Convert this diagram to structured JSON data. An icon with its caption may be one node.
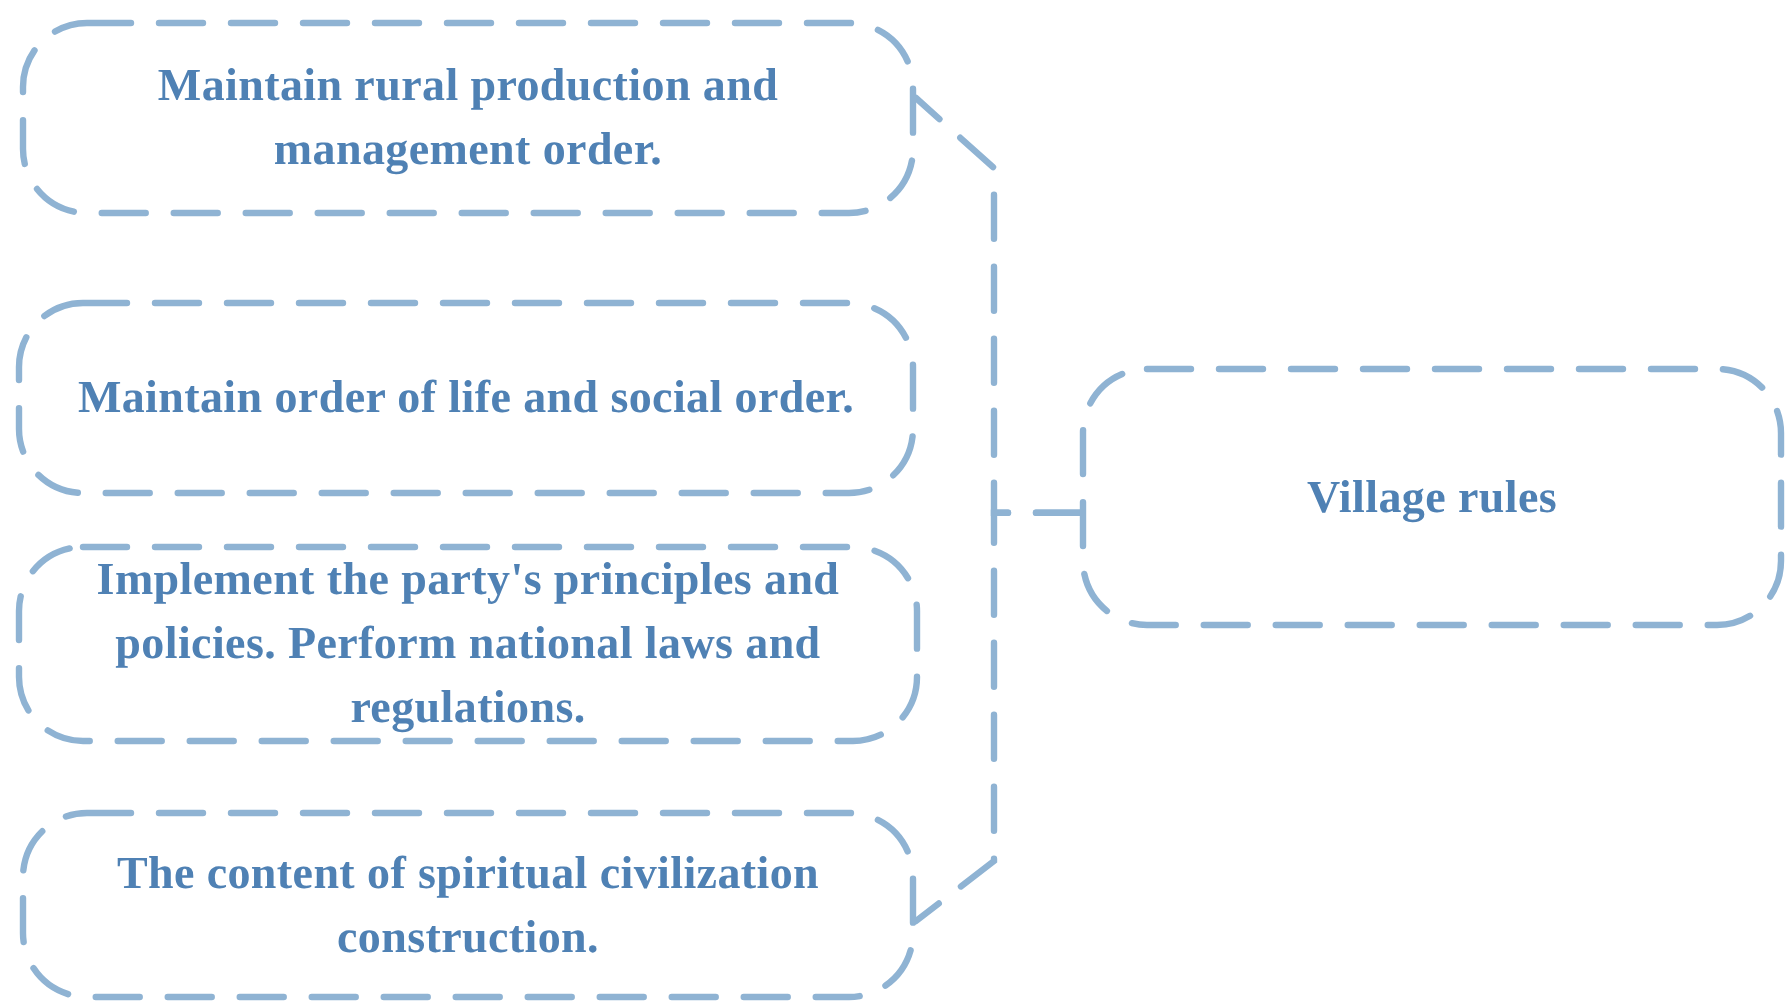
{
  "diagram": {
    "nodes": [
      {
        "text": [
          "Maintain rural production and management order."
        ]
      },
      {
        "text": [
          "Maintain order of life and social order."
        ]
      },
      {
        "text": [
          "Implement the party's principles and policies. Perform national laws and regulations."
        ]
      },
      {
        "text": [
          "The content of spiritual civilization construction."
        ]
      },
      {
        "text": [
          "Village rules"
        ]
      }
    ],
    "edges": [
      {
        "from": 4,
        "to": 0,
        "arrow": "none",
        "style": "dashed"
      },
      {
        "from": 4,
        "to": 3,
        "arrow": "none",
        "style": "dashed"
      }
    ]
  }
}
